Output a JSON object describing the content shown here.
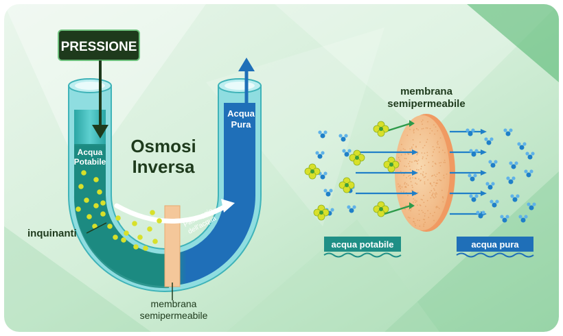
{
  "colors": {
    "bg_light": "#e6f4ea",
    "bg_mid": "#c6e6ce",
    "bg_dark": "#6fbf85",
    "potable_water": "#1f8f8a",
    "pure_water": "#1f6fb8",
    "tube_light": "#6fd0d6",
    "membrane": "#f4c79a",
    "membrane_edge": "#f09a62",
    "pollutant": "#d8e02a",
    "pollutant_dark": "#8cae1e",
    "molecule": "#1f7fc8",
    "arrow_green": "#2d9a4a",
    "label_dark": "#1b3a24"
  },
  "pressure_box": {
    "label": "PRESSIONE"
  },
  "title": {
    "line1": "Osmosi",
    "line2": "Inversa"
  },
  "left_tube": {
    "label_line1": "Acqua",
    "label_line2": "Potabile"
  },
  "right_tube": {
    "label_line1": "Acqua",
    "label_line2": "Pura"
  },
  "flow_label": {
    "line1": "Passaggio",
    "line2": "dell'acqua"
  },
  "pollutants_label": "inquinanti",
  "bottom_membrane_label": {
    "line1": "membrana",
    "line2": "semipermeabile"
  },
  "right_diagram": {
    "membrane_label_line1": "membrana",
    "membrane_label_line2": "semipermeabile",
    "left_caption": "acqua potabile",
    "right_caption": "acqua pura"
  }
}
